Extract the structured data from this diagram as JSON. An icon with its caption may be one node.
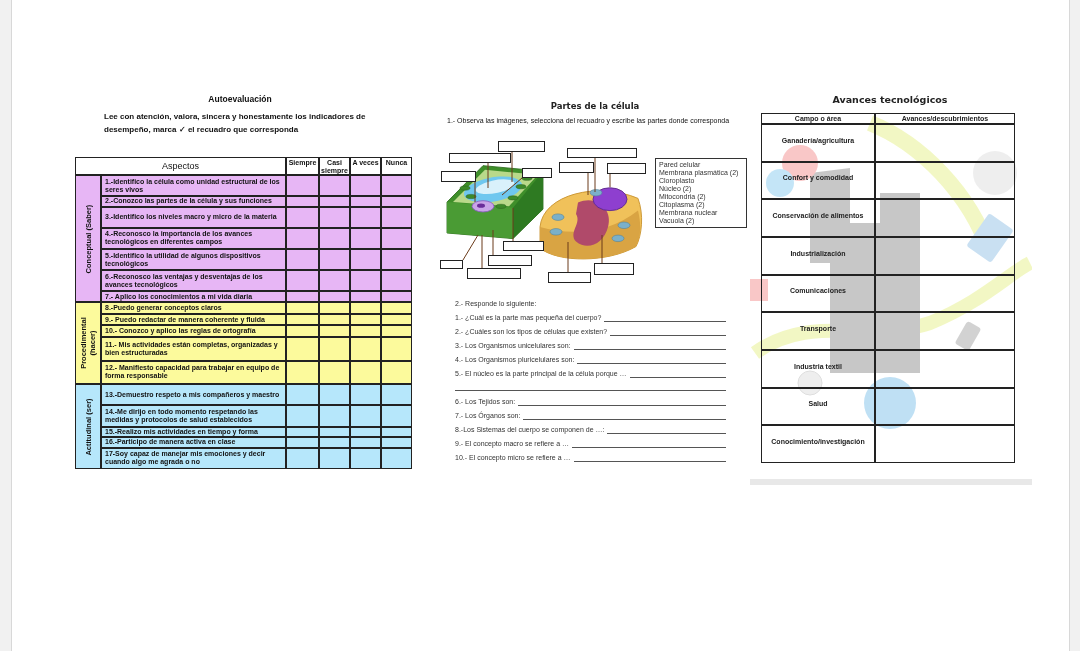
{
  "diagram": {
    "nodes": [
      {
        "text": [],
        "shape": "picture"
      },
      {
        "text": [],
        "shape": "picture"
      },
      {
        "text": [],
        "shape": "box"
      },
      {
        "text": [],
        "shape": "box"
      },
      {
        "text": [],
        "shape": "box"
      },
      {
        "text": [],
        "shape": "box"
      },
      {
        "text": [],
        "shape": "box"
      },
      {
        "text": [],
        "shape": "box"
      },
      {
        "text": [],
        "shape": "box"
      },
      {
        "text": [],
        "shape": "box"
      },
      {
        "text": [],
        "shape": "box"
      },
      {
        "text": [],
        "shape": "box"
      },
      {
        "text": [],
        "shape": "box"
      },
      {
        "text": [],
        "shape": "box"
      },
      {
        "text": [],
        "shape": "box"
      },
      {
        "text": [
          "Pared celular",
          "Membrana plasmática (2)",
          "Cloroplasto",
          "Núcleo (2)",
          "Mitocondria (2)",
          "Citoplasma (2)",
          "Membrana nuclear",
          "Vacuola (2)"
        ]
      }
    ],
    "edges": [
      {
        "from": 2,
        "to": 0,
        "arrow": "none"
      },
      {
        "from": 3,
        "to": 0,
        "arrow": "none"
      },
      {
        "from": 4,
        "to": 0,
        "arrow": "none"
      },
      {
        "from": 5,
        "to": 0,
        "arrow": "none"
      },
      {
        "from": 6,
        "to": 0,
        "arrow": "none"
      },
      {
        "from": 7,
        "to": 0,
        "arrow": "none"
      },
      {
        "from": 8,
        "to": 0,
        "arrow": "none"
      },
      {
        "from": 9,
        "to": 0,
        "arrow": "none"
      },
      {
        "from": 10,
        "to": 1,
        "arrow": "none"
      },
      {
        "from": 11,
        "to": 1,
        "arrow": "none"
      },
      {
        "from": 12,
        "to": 1,
        "arrow": "none"
      },
      {
        "from": 13,
        "to": 1,
        "arrow": "none"
      },
      {
        "from": 14,
        "to": 1,
        "arrow": "none"
      }
    ],
    "labels": [
      "Autoevaluación",
      "Lee con atención, valora, sincera y honestamente los indicadores de desempeño, marca ✓ el recuadro que corresponda",
      "Aspectos",
      "Siempre",
      "Casi siempre",
      "A veces",
      "Nunca",
      "Conceptual (Saber)",
      "1.-Identifico la célula como unidad estructural de los seres vivos",
      "2.-Conozco las partes de la célula y sus funciones",
      "3.-Identifico los niveles macro y micro de la materia",
      "4.-Reconosco la importancia de los avances tecnológicos en diferentes campos",
      "5.-Identifico la utilidad de algunos dispositivos tecnológicos",
      "6.-Reconosco las ventajas y desventajas de los avances tecnológicos",
      "7.- Aplico los conocimientos a mi vida diaria",
      "Procedimental (hacer)",
      "8.-Puedo generar conceptos claros",
      "9.- Puedo redactar de manera coherente y fluida",
      "10.- Conozco y aplico las reglas de ortografía",
      "11.- Mis actividades están completas, organizadas y bien estructuradas",
      "12.- Manifiesto capacidad para trabajar en equipo de forma responsable",
      "Actitudinal (ser)",
      "13.-Demuestro respeto a mis compañeros y maestro",
      "14.-Me dirijo en todo momento respetando las medidas y protocolos de salud establecidos",
      "15.-Realizo mis actividades en tiempo y forma",
      "16.-Participo de manera activa en clase",
      "17-Soy capaz de manejar mis emociones y decir cuando algo me agrada o no",
      "Partes de la célula",
      "1.- Observa las imágenes, selecciona del recuadro y escribe las partes donde corresponda",
      "2.- Responde lo siguiente:",
      "1.- ¿Cuál es la parte mas pequeña del cuerpo?",
      "2.- ¿Cuáles son los tipos de células que existen?",
      "3.- Los Organismos unicelulares son:",
      "4.- Los Organismos pluricelulares son:",
      "5.- El núcleo es la parte principal de la célula porque …",
      "6.- Los Tejidos son:",
      "7.- Los Órganos son:",
      "8.-Los Sistemas del cuerpo se componen de …:",
      "9.- El concepto macro se refiere a …",
      "10.- El concepto micro se refiere a …",
      "Avances tecnológicos",
      "Campo o área",
      "Avances/descubrimientos",
      "Ganadería/agricultura",
      "Confort y comodidad",
      "Conservación de alimentos",
      "Industrialización",
      "Comunicaciones",
      "Transporte",
      "Industria textil",
      "Salud",
      "Conocimiento/investigación"
    ]
  }
}
